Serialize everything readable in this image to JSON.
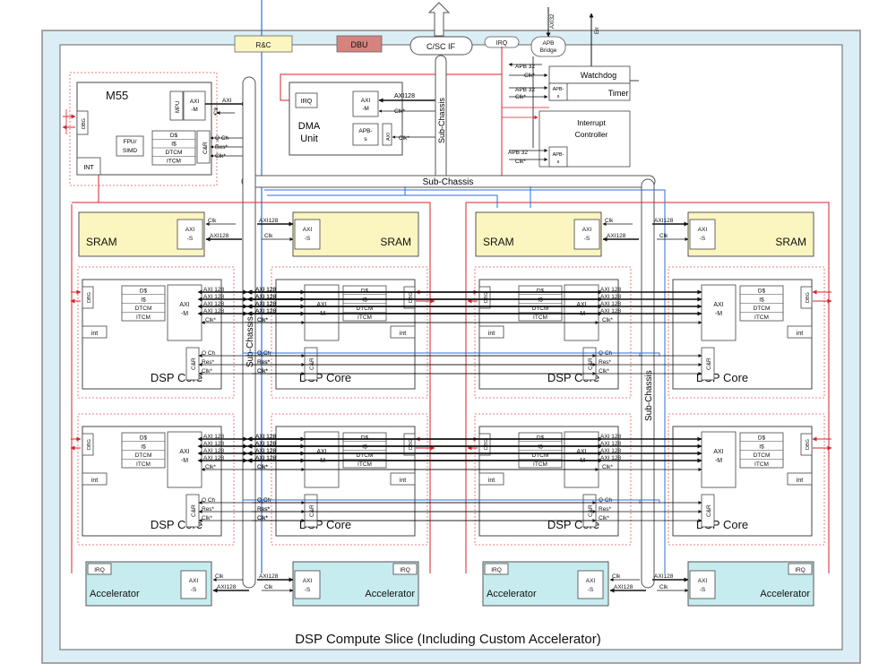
{
  "top": {
    "rc": "R&C",
    "dbu": "DBU",
    "csc_if": "C/SC IF",
    "irq": "IRQ",
    "apb_bridge": [
      "APB",
      "Bridge"
    ],
    "axi32": "AXI32",
    "err": "Err"
  },
  "m55": {
    "title": "M55",
    "mpu": "MPU",
    "axi_m": [
      "AXI",
      "-M"
    ],
    "axi_label": "AXI",
    "clk_label": "Clk",
    "star": "*",
    "dbg": "DBG",
    "fpu": [
      "FPU/",
      "SIMD"
    ],
    "mem": [
      "D$",
      "I$",
      "DTCM",
      "ITCM"
    ],
    "cr": "C&R",
    "signals": [
      "Q Ch",
      "Res*",
      "Clk*"
    ],
    "int": "INT"
  },
  "dma": {
    "title": [
      "DMA",
      "Unit"
    ],
    "irq": "IRQ",
    "axi_m": [
      "AXI",
      "-M"
    ],
    "apb_s": [
      "APB-",
      "s"
    ],
    "axi_side": "AXI",
    "axi128": "AXI128",
    "clk": "Clk*"
  },
  "periph": {
    "watchdog": "Watchdog",
    "timer": "Timer",
    "interrupt": [
      "Interrupt",
      "Controller"
    ],
    "apb_s": [
      "APB-",
      "s"
    ],
    "apb32": "APB 32",
    "clk": "Clk*"
  },
  "chassis": {
    "top": "Sub-Chassis",
    "vertical": "Sub-Chassis"
  },
  "sram": {
    "label": "SRAM",
    "axi_s": [
      "AXI",
      "-S"
    ],
    "clk_dash": "Clk",
    "axi128": "AXI128"
  },
  "dsp": {
    "title": "DSP Core",
    "dbg": "DBG",
    "int": "int",
    "mem": [
      "D$",
      "I$",
      "DTCM",
      "ITCM"
    ],
    "axi_m": [
      "AXI",
      "-M"
    ],
    "cr": "C&R",
    "axi128": "AXI 128",
    "clk": "Clk*",
    "signals": [
      "Q Ch",
      "Res*",
      "Clk*"
    ]
  },
  "accel": {
    "label": "Accelerator",
    "irq": "IRQ",
    "axi_s": [
      "AXI",
      "-S"
    ],
    "clk_dash": "Clk",
    "axi128": "AXI128"
  },
  "caption": "DSP Compute Slice (Including Custom Accelerator)"
}
